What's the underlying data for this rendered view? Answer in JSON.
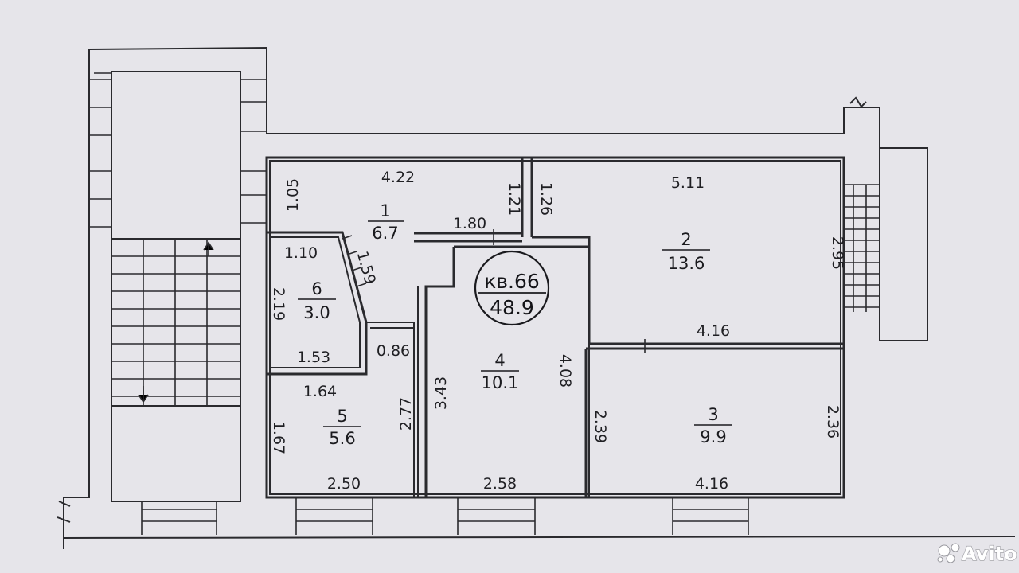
{
  "apartment": {
    "label": "кв.66",
    "area": "48.9"
  },
  "rooms": [
    {
      "number": "1",
      "area": "6.7"
    },
    {
      "number": "2",
      "area": "13.6"
    },
    {
      "number": "3",
      "area": "9.9"
    },
    {
      "number": "4",
      "area": "10.1"
    },
    {
      "number": "5",
      "area": "5.6"
    },
    {
      "number": "6",
      "area": "3.0"
    }
  ],
  "dimensions": {
    "d422": "4.22",
    "d105": "1.05",
    "d121": "1.21",
    "d126": "1.26",
    "d180": "1.80",
    "d511": "5.11",
    "d295": "2.95",
    "d110": "1.10",
    "d159": "1.59",
    "d219": "2.19",
    "d153": "1.53",
    "d086": "0.86",
    "d416a": "4.16",
    "d408": "4.08",
    "d343": "3.43",
    "d277": "2.77",
    "d164": "1.64",
    "d167": "1.67",
    "d239": "2.39",
    "d236": "2.36",
    "d250": "2.50",
    "d258": "2.58",
    "d416b": "4.16"
  },
  "watermark": {
    "text": "Avito"
  }
}
